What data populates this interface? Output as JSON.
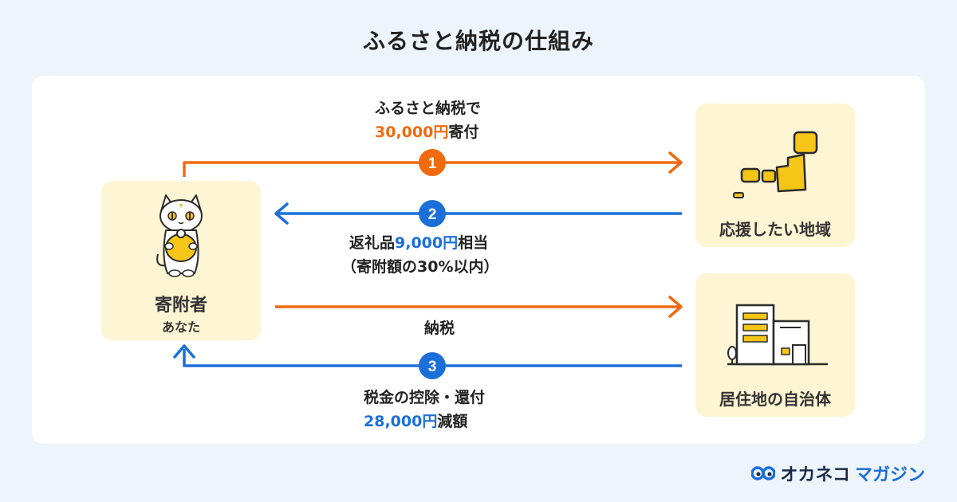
{
  "title": "ふるさと納税の仕組み",
  "donor": {
    "label": "寄附者",
    "sublabel": "あなた"
  },
  "region": {
    "label": "応援したい地域"
  },
  "municipality": {
    "label": "居住地の自治体"
  },
  "steps": [
    {
      "number": "1",
      "text_line1": "ふるさと納税で",
      "amount": "30,000円",
      "text_after_amount": "寄付"
    },
    {
      "number": "2",
      "text_before_amount": "返礼品",
      "amount": "9,000円",
      "text_after_amount": "相当",
      "text_line2": "（寄附額の30%以内）"
    },
    {
      "number": "3",
      "text_line1": "税金の控除・還付",
      "amount": "28,000円",
      "text_after_amount": "減額"
    }
  ],
  "tax_label": "納税",
  "logo": {
    "dark_text": "オカネコ",
    "blue_text": "マガジン"
  },
  "colors": {
    "orange": "#f06a0f",
    "blue": "#1b6fd9",
    "box_bg": "#fdf5d3",
    "page_bg": "#eef4fb"
  }
}
